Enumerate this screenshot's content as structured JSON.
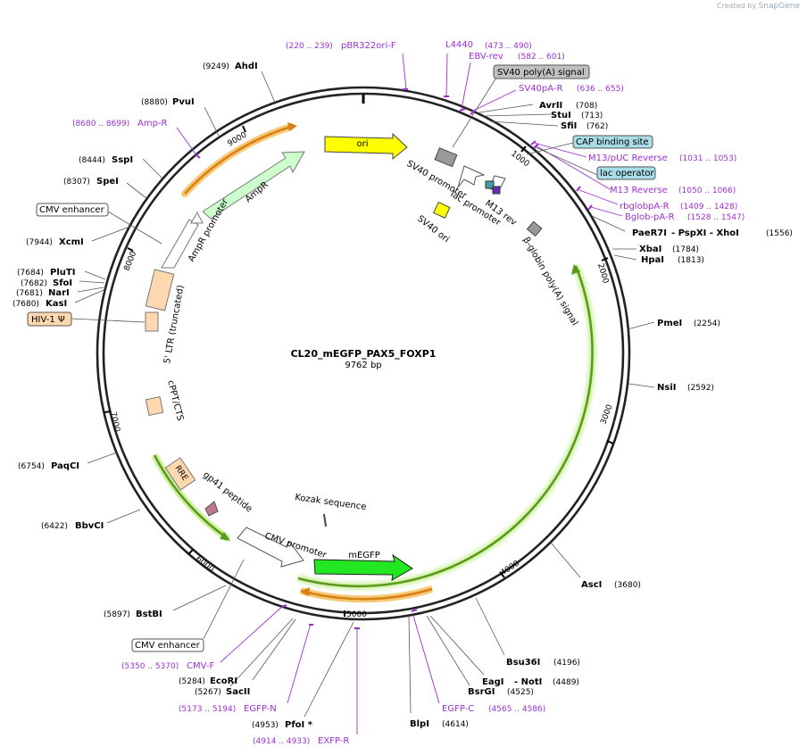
{
  "app": {
    "credit_prefix": "Created by",
    "credit_brand": "SnapGene"
  },
  "plasmid": {
    "name": "CL20_mEGFP_PAX5_FOXP1",
    "length_label": "9762 bp",
    "length": 9762
  },
  "ticks": [
    {
      "pos": 1000,
      "label": "1000"
    },
    {
      "pos": 2000,
      "label": "2000"
    },
    {
      "pos": 3000,
      "label": "3000"
    },
    {
      "pos": 4000,
      "label": "4000"
    },
    {
      "pos": 5000,
      "label": "5000"
    },
    {
      "pos": 6000,
      "label": "6000"
    },
    {
      "pos": 7000,
      "label": "7000"
    },
    {
      "pos": 8000,
      "label": "8000"
    },
    {
      "pos": 9000,
      "label": "9000"
    }
  ],
  "enzymes": [
    {
      "name": "AvrII",
      "pos_text": "(708)"
    },
    {
      "name": "StuI",
      "pos_text": "(713)"
    },
    {
      "name": "SfiI",
      "pos_text": "(762)"
    },
    {
      "name": "PaeR7I",
      "extra": "- PspXI  - XhoI",
      "pos_text": "(1556)"
    },
    {
      "name": "XbaI",
      "pos_text": "(1784)"
    },
    {
      "name": "HpaI",
      "pos_text": "(1813)"
    },
    {
      "name": "PmeI",
      "pos_text": "(2254)"
    },
    {
      "name": "NsiI",
      "pos_text": "(2592)"
    },
    {
      "name": "AscI",
      "pos_text": "(3680)"
    },
    {
      "name": "Bsu36I",
      "pos_text": "(4196)"
    },
    {
      "name": "EagI",
      "extra": "- NotI",
      "pos_text": "(4489)"
    },
    {
      "name": "BsrGI",
      "pos_text": "(4525)"
    },
    {
      "name": "BlpI",
      "pos_text": "(4614)"
    },
    {
      "name": "PfoI *",
      "pos_text": "(4953)"
    },
    {
      "name": "SacII",
      "pos_text": "(5267)"
    },
    {
      "name": "EcoRI",
      "pos_text": "(5284)"
    },
    {
      "name": "BstBI",
      "pos_text": "(5897)"
    },
    {
      "name": "BbvCI",
      "pos_text": "(6422)"
    },
    {
      "name": "PaqCI",
      "pos_text": "(6754)"
    },
    {
      "name": "XcmI",
      "pos_text": "(7944)"
    },
    {
      "name": "PluTI",
      "pos_text": "(7684)"
    },
    {
      "name": "SfoI",
      "pos_text": "(7682)"
    },
    {
      "name": "NarI",
      "pos_text": "(7681)"
    },
    {
      "name": "KasI",
      "pos_text": "(7680)"
    },
    {
      "name": "SpeI",
      "pos_text": "(8307)"
    },
    {
      "name": "SspI",
      "pos_text": "(8444)"
    },
    {
      "name": "PvuI",
      "pos_text": "(8880)"
    },
    {
      "name": "AhdI",
      "pos_text": "(9249)"
    }
  ],
  "primers": [
    {
      "name": "pBR322ori-F",
      "range": "(220 .. 239)"
    },
    {
      "name": "L4440",
      "range": "(473 .. 490)"
    },
    {
      "name": "EBV-rev",
      "range": "(582 .. 601)"
    },
    {
      "name": "SV40pA-R",
      "range": "(636 .. 655)"
    },
    {
      "name": "M13/pUC Reverse",
      "range": "(1031 .. 1053)"
    },
    {
      "name": "M13 Reverse",
      "range": "(1050 .. 1066)"
    },
    {
      "name": "rbglobpA-R",
      "range": "(1409 .. 1428)"
    },
    {
      "name": "Bglob-pA-R",
      "range": "(1528 .. 1547)"
    },
    {
      "name": "EGFP-C",
      "range": "(4565 .. 4586)"
    },
    {
      "name": "EXFP-R",
      "range": "(4914 .. 4933)"
    },
    {
      "name": "EGFP-N",
      "range": "(5173 .. 5194)"
    },
    {
      "name": "CMV-F",
      "range": "(5350 .. 5370)"
    },
    {
      "name": "Amp-R",
      "range": "(8680 .. 8699)"
    }
  ],
  "boxed_labels": {
    "sv40_polya": "SV40 poly(A) signal",
    "cap_binding": "CAP binding site",
    "lac_operator": "lac operator",
    "cmv_enhancer_left": "CMV enhancer",
    "hiv_psi": "HIV-1 Ψ",
    "cmv_enhancer_bottom": "CMV enhancer"
  },
  "features": {
    "ori": "ori",
    "sv40_promoter": "SV40 promoter",
    "lac_promoter": "lac promoter",
    "m13_rev": "M13 rev",
    "sv40_ori": "SV40 ori",
    "beta_globin": "β-globin poly(A) signal",
    "ltr": "5' LTR (truncated)",
    "cppt": "cPPT/CTS",
    "rre": "RRE",
    "gp41": "gp41 peptide",
    "cmv_promoter": "CMV promoter",
    "kozak": "Kozak sequence",
    "megfp": "mEGFP",
    "ampr_promoter": "AmpR promoter",
    "ampr": "AmpR"
  },
  "colors": {
    "primer": "#9b30d0",
    "ori": "#ffff00",
    "megfp": "#22e822",
    "ampr": "#ccffcc",
    "ltr": "#ffd8b0",
    "boxed_blue": "#a8dde8",
    "boxed_gray": "#c0c0c0",
    "orf_orange": "#f0a040",
    "orf_green": "#78c040"
  }
}
